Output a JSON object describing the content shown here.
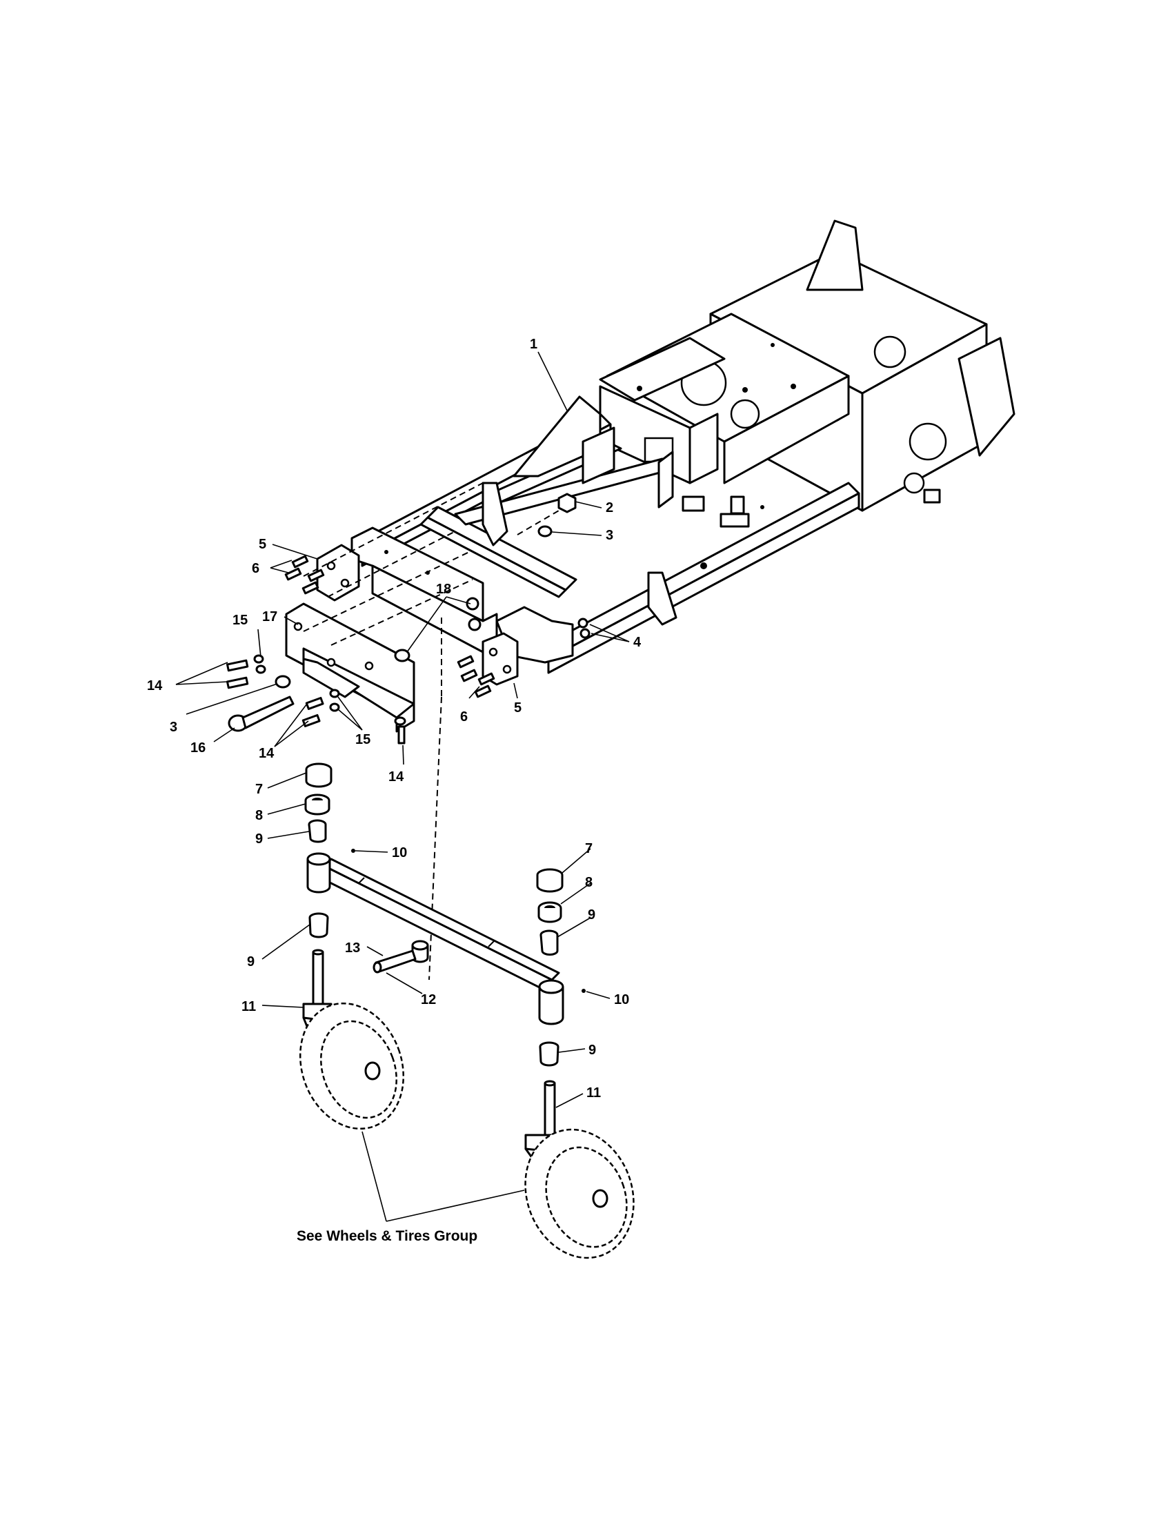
{
  "callouts": {
    "c1": "1",
    "c2": "2",
    "c3a": "3",
    "c3b": "3",
    "c4": "4",
    "c5a": "5",
    "c5b": "5",
    "c6a": "6",
    "c6b": "6",
    "c7a": "7",
    "c7b": "7",
    "c8a": "8",
    "c8b": "8",
    "c9a": "9",
    "c9b": "9",
    "c9c": "9",
    "c9d": "9",
    "c10a": "10",
    "c10b": "10",
    "c11a": "11",
    "c11b": "11",
    "c12": "12",
    "c13": "13",
    "c14a": "14",
    "c14b": "14",
    "c14c": "14",
    "c15a": "15",
    "c15b": "15",
    "c16": "16",
    "c17": "17",
    "c18": "18"
  },
  "caption": "See Wheels & Tires Group"
}
